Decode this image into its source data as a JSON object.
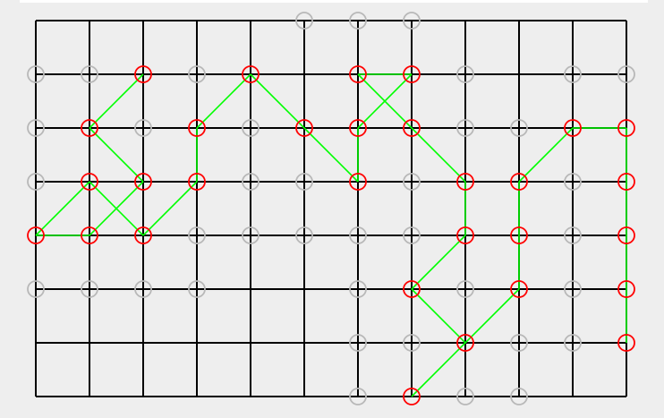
{
  "puzzle": {
    "colors": {
      "background": "#eeeeee",
      "grid_line": "#000000",
      "path_line": "#00ff00",
      "active_node": "#ff0000",
      "inactive_node": "#b8b8b8"
    },
    "columns": 12,
    "rows": 7,
    "grid_segments": [
      [
        [
          0,
          0
        ],
        [
          11,
          0
        ]
      ],
      [
        [
          0,
          1
        ],
        [
          11,
          1
        ]
      ],
      [
        [
          0,
          2
        ],
        [
          11,
          2
        ]
      ],
      [
        [
          0,
          3
        ],
        [
          11,
          3
        ]
      ],
      [
        [
          0,
          4
        ],
        [
          11,
          4
        ]
      ],
      [
        [
          0,
          5
        ],
        [
          11,
          5
        ]
      ],
      [
        [
          0,
          6
        ],
        [
          11,
          6
        ]
      ],
      [
        [
          0,
          7
        ],
        [
          11,
          7
        ]
      ],
      [
        [
          0,
          0
        ],
        [
          0,
          7
        ]
      ],
      [
        [
          1,
          0
        ],
        [
          1,
          7
        ]
      ],
      [
        [
          2,
          0
        ],
        [
          2,
          7
        ]
      ],
      [
        [
          3,
          0
        ],
        [
          3,
          7
        ]
      ],
      [
        [
          4,
          0
        ],
        [
          4,
          7
        ]
      ],
      [
        [
          5,
          0
        ],
        [
          5,
          7
        ]
      ],
      [
        [
          6,
          0
        ],
        [
          6,
          7
        ]
      ],
      [
        [
          7,
          0
        ],
        [
          7,
          7
        ]
      ],
      [
        [
          8,
          0
        ],
        [
          8,
          7
        ]
      ],
      [
        [
          9,
          0
        ],
        [
          9,
          7
        ]
      ],
      [
        [
          10,
          0
        ],
        [
          10,
          7
        ]
      ],
      [
        [
          11,
          0
        ],
        [
          11,
          7
        ]
      ]
    ],
    "inactive_nodes": [
      [
        5,
        0
      ],
      [
        6,
        0
      ],
      [
        7,
        0
      ],
      [
        0,
        1
      ],
      [
        1,
        1
      ],
      [
        3,
        1
      ],
      [
        8,
        1
      ],
      [
        10,
        1
      ],
      [
        11,
        1
      ],
      [
        0,
        2
      ],
      [
        2,
        2
      ],
      [
        4,
        2
      ],
      [
        8,
        2
      ],
      [
        9,
        2
      ],
      [
        0,
        3
      ],
      [
        4,
        3
      ],
      [
        5,
        3
      ],
      [
        7,
        3
      ],
      [
        10,
        3
      ],
      [
        3,
        4
      ],
      [
        4,
        4
      ],
      [
        5,
        4
      ],
      [
        6,
        4
      ],
      [
        7,
        4
      ],
      [
        10,
        4
      ],
      [
        0,
        5
      ],
      [
        1,
        5
      ],
      [
        2,
        5
      ],
      [
        3,
        5
      ],
      [
        6,
        5
      ],
      [
        8,
        5
      ],
      [
        10,
        5
      ],
      [
        6,
        6
      ],
      [
        7,
        6
      ],
      [
        9,
        6
      ],
      [
        10,
        6
      ],
      [
        6,
        7
      ],
      [
        8,
        7
      ],
      [
        9,
        7
      ]
    ],
    "active_nodes": [
      [
        2,
        1
      ],
      [
        4,
        1
      ],
      [
        6,
        1
      ],
      [
        7,
        1
      ],
      [
        1,
        2
      ],
      [
        3,
        2
      ],
      [
        5,
        2
      ],
      [
        6,
        2
      ],
      [
        7,
        2
      ],
      [
        10,
        2
      ],
      [
        11,
        2
      ],
      [
        1,
        3
      ],
      [
        2,
        3
      ],
      [
        3,
        3
      ],
      [
        6,
        3
      ],
      [
        8,
        3
      ],
      [
        9,
        3
      ],
      [
        11,
        3
      ],
      [
        0,
        4
      ],
      [
        1,
        4
      ],
      [
        2,
        4
      ],
      [
        8,
        4
      ],
      [
        9,
        4
      ],
      [
        11,
        4
      ],
      [
        7,
        5
      ],
      [
        9,
        5
      ],
      [
        11,
        5
      ],
      [
        8,
        6
      ],
      [
        11,
        6
      ],
      [
        7,
        7
      ]
    ],
    "path_segments": [
      [
        [
          2,
          1
        ],
        [
          1,
          2
        ]
      ],
      [
        [
          1,
          2
        ],
        [
          2,
          3
        ]
      ],
      [
        [
          2,
          3
        ],
        [
          1,
          4
        ]
      ],
      [
        [
          1,
          4
        ],
        [
          0,
          4
        ]
      ],
      [
        [
          0,
          4
        ],
        [
          1,
          3
        ]
      ],
      [
        [
          1,
          3
        ],
        [
          2,
          4
        ]
      ],
      [
        [
          2,
          4
        ],
        [
          3,
          3
        ]
      ],
      [
        [
          3,
          3
        ],
        [
          3,
          2
        ]
      ],
      [
        [
          3,
          2
        ],
        [
          4,
          1
        ]
      ],
      [
        [
          4,
          1
        ],
        [
          5,
          2
        ]
      ],
      [
        [
          5,
          2
        ],
        [
          6,
          3
        ]
      ],
      [
        [
          6,
          3
        ],
        [
          6,
          2
        ]
      ],
      [
        [
          6,
          2
        ],
        [
          7,
          1
        ]
      ],
      [
        [
          7,
          1
        ],
        [
          6,
          1
        ]
      ],
      [
        [
          6,
          1
        ],
        [
          7,
          2
        ]
      ],
      [
        [
          7,
          2
        ],
        [
          8,
          3
        ]
      ],
      [
        [
          8,
          3
        ],
        [
          8,
          4
        ]
      ],
      [
        [
          8,
          4
        ],
        [
          7,
          5
        ]
      ],
      [
        [
          7,
          5
        ],
        [
          8,
          6
        ]
      ],
      [
        [
          8,
          6
        ],
        [
          9,
          5
        ]
      ],
      [
        [
          9,
          5
        ],
        [
          9,
          4
        ]
      ],
      [
        [
          9,
          4
        ],
        [
          9,
          3
        ]
      ],
      [
        [
          9,
          3
        ],
        [
          10,
          2
        ]
      ],
      [
        [
          10,
          2
        ],
        [
          11,
          2
        ]
      ],
      [
        [
          11,
          2
        ],
        [
          11,
          6
        ]
      ],
      [
        [
          8,
          6
        ],
        [
          7,
          7
        ]
      ]
    ]
  }
}
